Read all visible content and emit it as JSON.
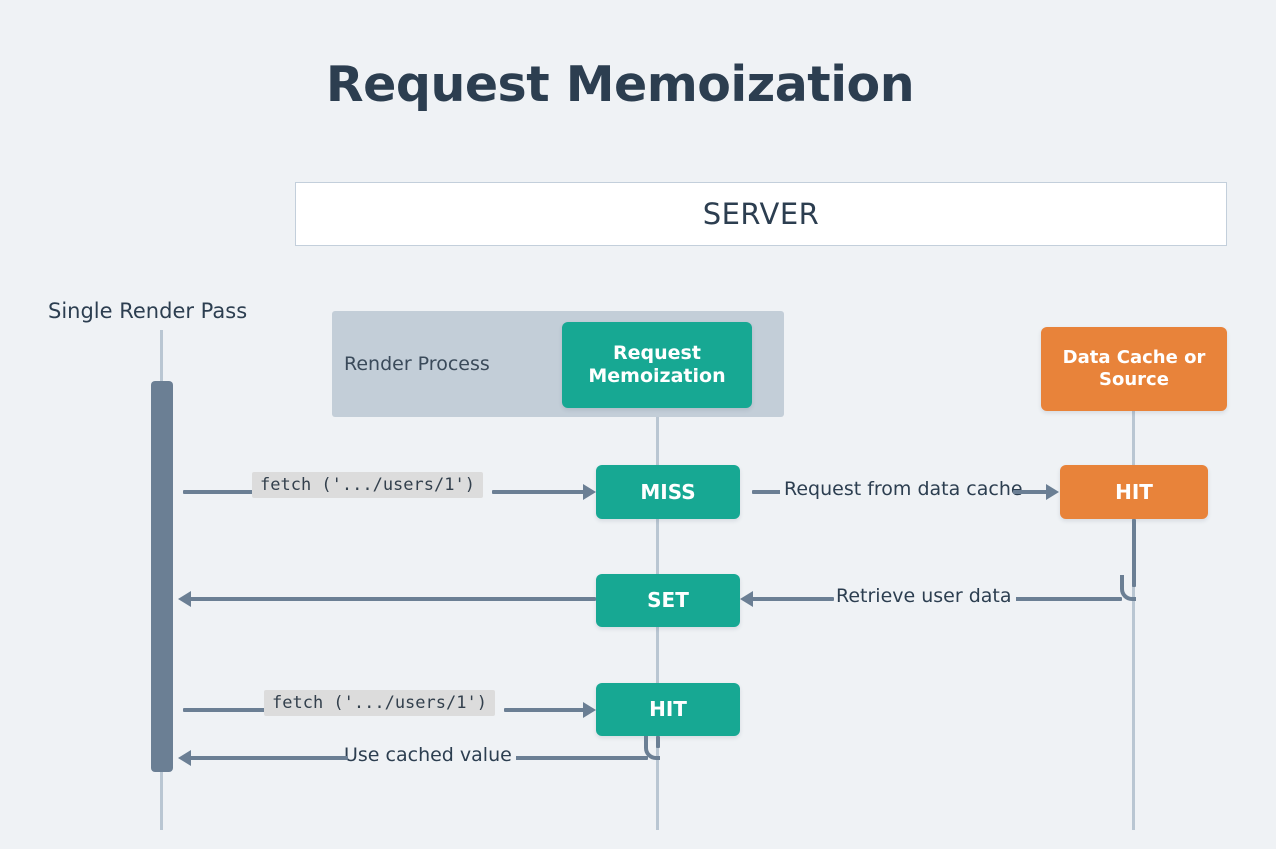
{
  "diagram": {
    "title": "Request Memoization",
    "background_color": "#eff2f5",
    "colors": {
      "teal": "#17a893",
      "orange": "#e8833a",
      "gray_bar": "#6b7f94",
      "render_process": "#c3ced8",
      "lifeline": "#b9c6d2",
      "text": "#2c3e50"
    }
  },
  "server": {
    "label": "SERVER"
  },
  "lanes": {
    "render_pass_label": "Single Render Pass",
    "render_process_label": "Render Process",
    "memoization_label": "Request\nMemoization",
    "memoization_line1": "Request",
    "memoization_line2": "Memoization",
    "data_cache_line1": "Data Cache or",
    "data_cache_line2": "Source"
  },
  "nodes": [
    {
      "id": "request-memoization",
      "label": "Request Memoization",
      "color": "teal"
    },
    {
      "id": "data-cache-or-source",
      "label": "Data Cache or Source",
      "color": "orange"
    },
    {
      "id": "miss",
      "label": "MISS",
      "color": "teal"
    },
    {
      "id": "hit-cache",
      "label": "HIT",
      "color": "orange"
    },
    {
      "id": "set",
      "label": "SET",
      "color": "teal"
    },
    {
      "id": "hit-memo",
      "label": "HIT",
      "color": "teal"
    }
  ],
  "edges": [
    {
      "id": "fetch-1",
      "label": "fetch ('.../users/1')",
      "style": "code",
      "direction": "right"
    },
    {
      "id": "request-from-data-cache",
      "label": "Request from data cache",
      "style": "plain",
      "direction": "right"
    },
    {
      "id": "retrieve-user-data",
      "label": "Retrieve user data",
      "style": "plain",
      "direction": "left"
    },
    {
      "id": "set-to-render",
      "label": "",
      "style": "plain",
      "direction": "left"
    },
    {
      "id": "fetch-2",
      "label": "fetch ('.../users/1')",
      "style": "code",
      "direction": "right"
    },
    {
      "id": "use-cached-value",
      "label": "Use cached value",
      "style": "plain",
      "direction": "left"
    }
  ]
}
